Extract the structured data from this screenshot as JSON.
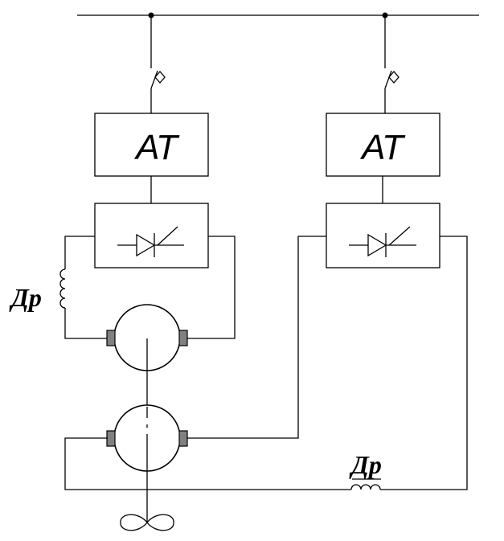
{
  "diagram": {
    "converter_left": {
      "label": "АТ"
    },
    "converter_right": {
      "label": "АТ"
    },
    "choke_left": {
      "label": "Др"
    },
    "choke_bottom": {
      "label": "Др"
    }
  },
  "colors": {
    "line": "#000000",
    "brush": "#808080",
    "background": "#ffffff"
  }
}
